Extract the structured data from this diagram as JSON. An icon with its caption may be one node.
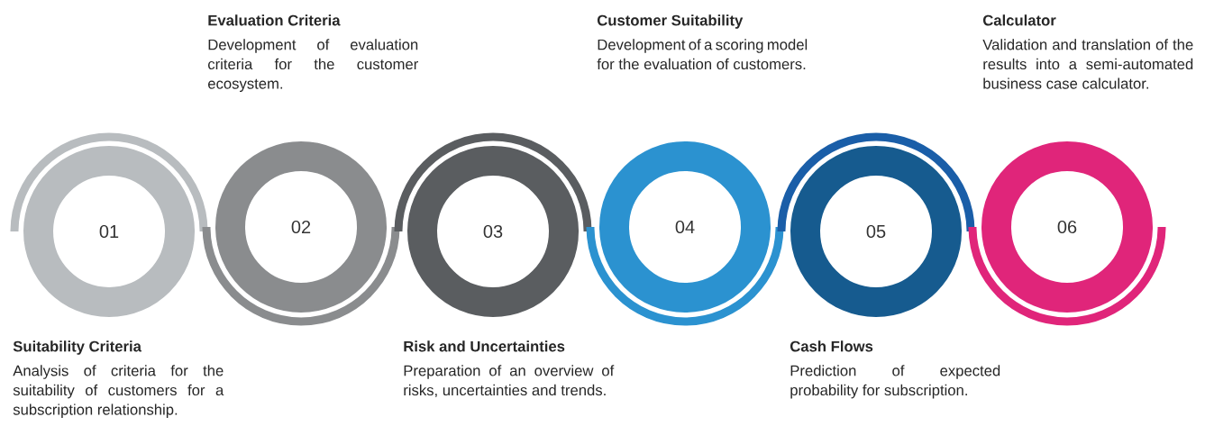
{
  "diagram": {
    "nodes": [
      {
        "text": [
          "01"
        ],
        "beside": [
          "Suitability Criteria",
          "Analysis of criteria for the suitability of customers for a subscription relationship."
        ]
      },
      {
        "text": [
          "02"
        ],
        "beside": [
          "Evaluation Criteria",
          "Development of evaluation criteria for the customer ecosystem."
        ]
      },
      {
        "text": [
          "03"
        ],
        "beside": [
          "Risk and Uncertainties",
          "Preparation of an overview of risks, uncertainties and trends."
        ]
      },
      {
        "text": [
          "04"
        ],
        "beside": [
          "Customer Suitability",
          "Development of a scoring model for the evaluation of customers."
        ]
      },
      {
        "text": [
          "05"
        ],
        "beside": [
          "Cash Flows",
          "Prediction of expected probability for subscription."
        ]
      },
      {
        "text": [
          "06"
        ],
        "beside": [
          "Calculator",
          "Validation and translation of the results into a semi-automated business case calculator."
        ]
      }
    ]
  }
}
